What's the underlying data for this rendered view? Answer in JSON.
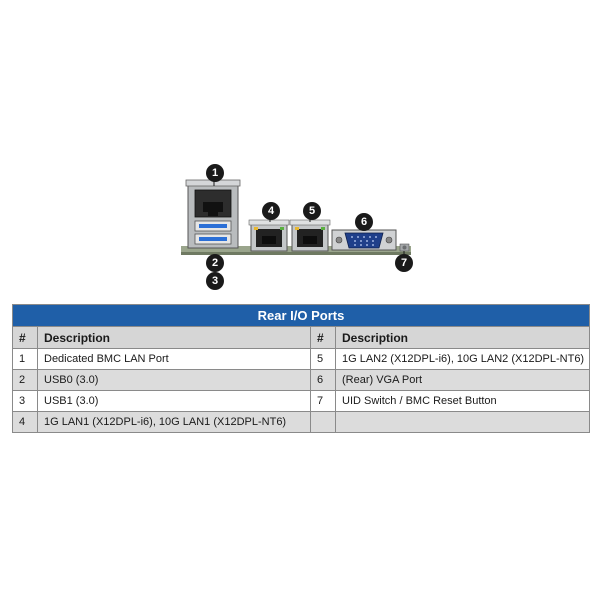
{
  "callouts": [
    "1",
    "2",
    "3",
    "4",
    "5",
    "6",
    "7"
  ],
  "table": {
    "title": "Rear I/O Ports",
    "headers": {
      "num_left": "#",
      "desc_left": "Description",
      "num_right": "#",
      "desc_right": "Description"
    },
    "rows": [
      {
        "num_left": "1",
        "desc_left": "Dedicated BMC LAN Port",
        "num_right": "5",
        "desc_right": "1G LAN2 (X12DPL-i6), 10G LAN2 (X12DPL-NT6)"
      },
      {
        "num_left": "2",
        "desc_left": "USB0 (3.0)",
        "num_right": "6",
        "desc_right": "(Rear) VGA Port"
      },
      {
        "num_left": "3",
        "desc_left": "USB1 (3.0)",
        "num_right": "7",
        "desc_right": "UID Switch / BMC Reset Button"
      },
      {
        "num_left": "4",
        "desc_left": "1G LAN1 (X12DPL-i6), 10G LAN1 (X12DPL-NT6)",
        "num_right": "",
        "desc_right": ""
      }
    ]
  },
  "colors": {
    "title_bar": "#1f5fa8",
    "header_bg": "#d6d6d6",
    "shaded_row": "#dcdcdc",
    "usb_blue": "#2b6fd6"
  }
}
